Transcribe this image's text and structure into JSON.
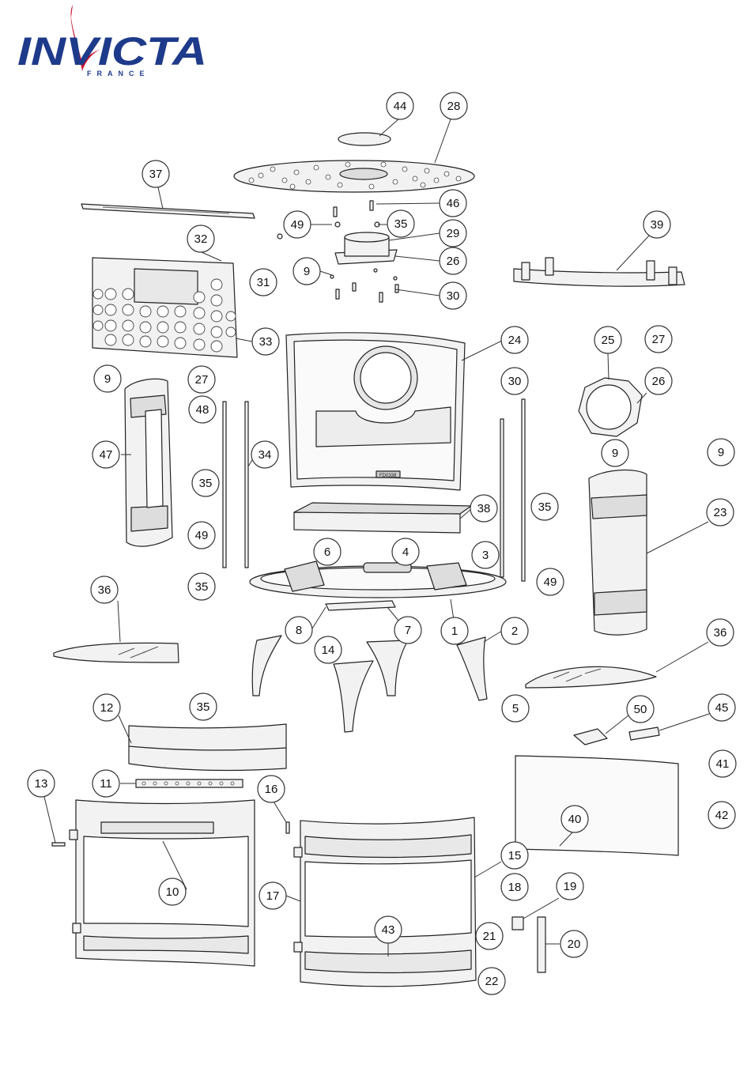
{
  "brand": {
    "name": "INVICTA",
    "sub": "FRANCE",
    "color_blue": "#1e3a8a",
    "color_red": "#c8102e"
  },
  "diagram": {
    "type": "exploded-parts-view",
    "plate_label": "FD0338",
    "callouts": [
      "44",
      "28",
      "37",
      "46",
      "49",
      "35",
      "29",
      "26",
      "39",
      "32",
      "31",
      "9",
      "30",
      "33",
      "24",
      "25",
      "27",
      "26",
      "9",
      "27",
      "48",
      "47",
      "34",
      "35",
      "49",
      "30",
      "9",
      "9",
      "38",
      "23",
      "35",
      "49",
      "6",
      "4",
      "3",
      "35",
      "36",
      "8",
      "7",
      "1",
      "2",
      "14",
      "36",
      "12",
      "35",
      "5",
      "50",
      "45",
      "11",
      "13",
      "16",
      "41",
      "40",
      "42",
      "10",
      "15",
      "17",
      "18",
      "19",
      "43",
      "21",
      "20",
      "22"
    ]
  }
}
